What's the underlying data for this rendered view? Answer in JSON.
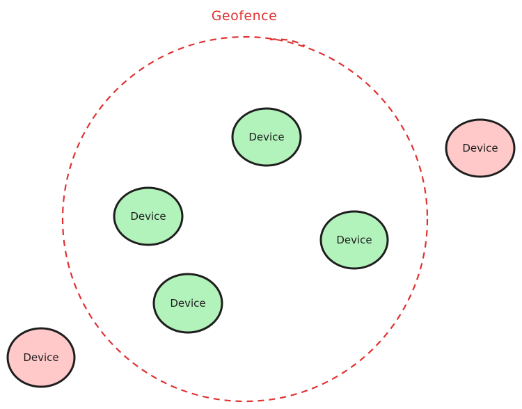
{
  "geofence": {
    "label": "Geofence",
    "color": "#e03131"
  },
  "devices": [
    {
      "label": "Device",
      "status": "inside"
    },
    {
      "label": "Device",
      "status": "inside"
    },
    {
      "label": "Device",
      "status": "inside"
    },
    {
      "label": "Device",
      "status": "inside"
    },
    {
      "label": "Device",
      "status": "outside"
    },
    {
      "label": "Device",
      "status": "outside"
    }
  ],
  "colors": {
    "inside_fill": "#b2f2bb",
    "outside_fill": "#ffc9c9",
    "stroke": "#1e1e1e"
  }
}
